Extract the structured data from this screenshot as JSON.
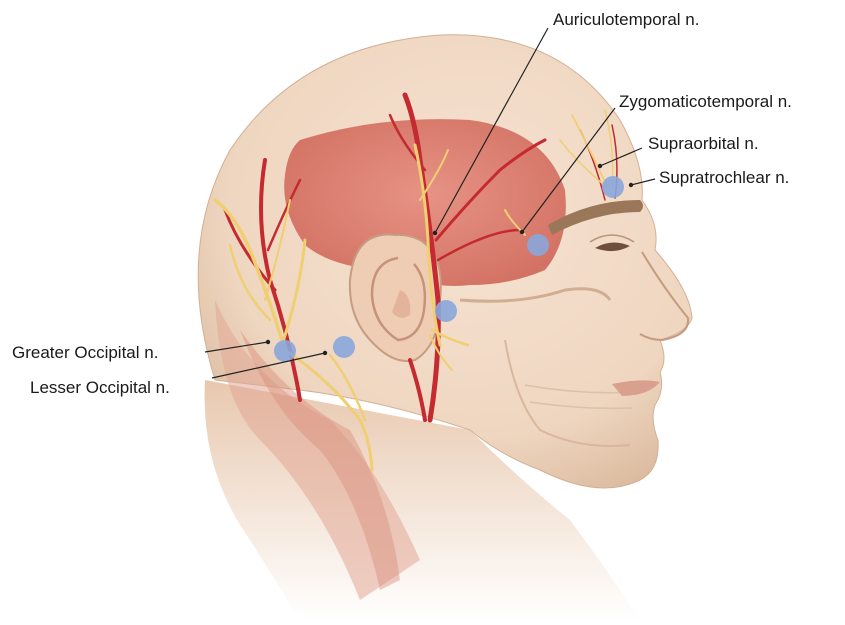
{
  "labels": {
    "auriculotemporal": "Auriculotemporal n.",
    "zygomaticotemporal": "Zygomaticotemporal n.",
    "supraorbital": "Supraorbital n.",
    "supratrochlear": "Supratrochlear n.",
    "greater_occipital": "Greater Occipital n.",
    "lesser_occipital": "Lesser Occipital n."
  },
  "colors": {
    "skin": "#f1d9c4",
    "skin_shadow": "#dcbba1",
    "muscle": "#d9776b",
    "artery": "#c8282e",
    "nerve": "#f0d27a",
    "target_marker": "#8aa6dc",
    "leader_line": "#222222"
  },
  "markers": [
    "greater-occipital-site",
    "lesser-occipital-site",
    "auriculotemporal-site",
    "zygomaticotemporal-site",
    "supraorbital-site"
  ]
}
